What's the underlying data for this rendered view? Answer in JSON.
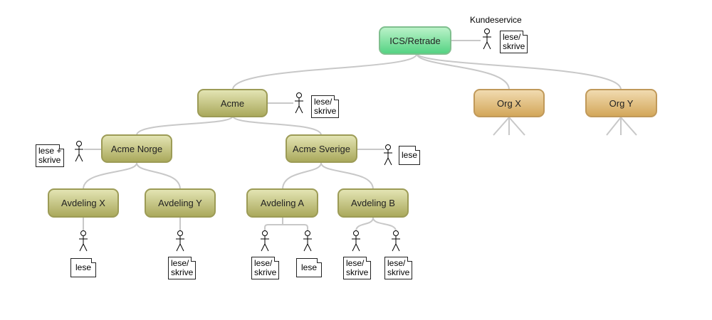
{
  "nodes": {
    "ics_retrade": "ICS/Retrade",
    "acme": "Acme",
    "org_x": "Org X",
    "org_y": "Org Y",
    "acme_norge": "Acme Norge",
    "acme_sverige": "Acme Sverige",
    "avdeling_x": "Avdeling X",
    "avdeling_y": "Avdeling Y",
    "avdeling_a": "Avdeling A",
    "avdeling_b": "Avdeling B"
  },
  "labels": {
    "kundeservice": "Kundeservice"
  },
  "notes": {
    "ics": "lese/\nskrive",
    "acme": "lese/\nskrive",
    "acme_norge": "lese +\nskrive",
    "acme_sverige": "lese",
    "avdeling_x": "lese",
    "avdeling_y": "lese/\nskrive",
    "avdeling_a_1": "lese/\nskrive",
    "avdeling_a_2": "lese",
    "avdeling_b_1": "lese/\nskrive",
    "avdeling_b_2": "lese/\nskrive"
  },
  "colors": {
    "root": "#55d383",
    "company": "#aaa95c",
    "other_org": "#d3a75a",
    "connector": "#c8c8c8"
  }
}
